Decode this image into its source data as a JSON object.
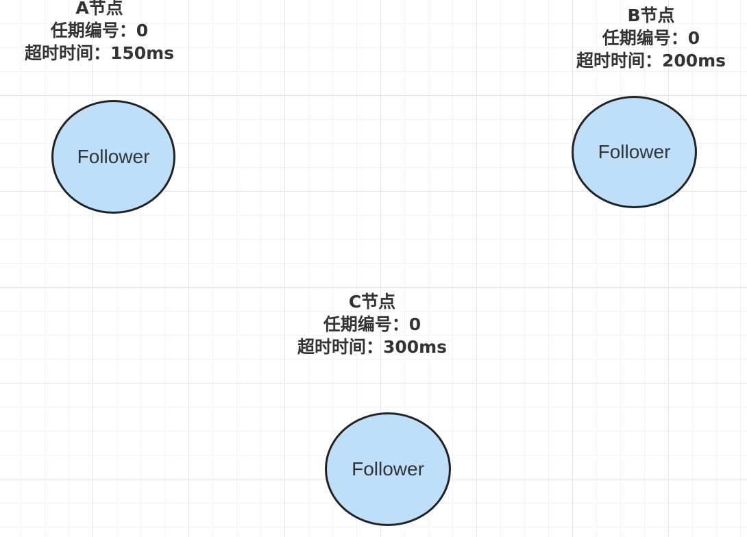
{
  "nodes": [
    {
      "name": "A节点",
      "term": "任期编号：0",
      "timeout": "超时时间：150ms",
      "state": "Follower"
    },
    {
      "name": "B节点",
      "term": "任期编号：0",
      "timeout": "超时时间：200ms",
      "state": "Follower"
    },
    {
      "name": "C节点",
      "term": "任期编号：0",
      "timeout": "超时时间：300ms",
      "state": "Follower"
    }
  ],
  "colors": {
    "node_fill": "#bddff9",
    "node_stroke": "#222222",
    "text": "#333333",
    "grid_major": "#e6e6e6",
    "grid_minor": "#f2f2f2"
  }
}
